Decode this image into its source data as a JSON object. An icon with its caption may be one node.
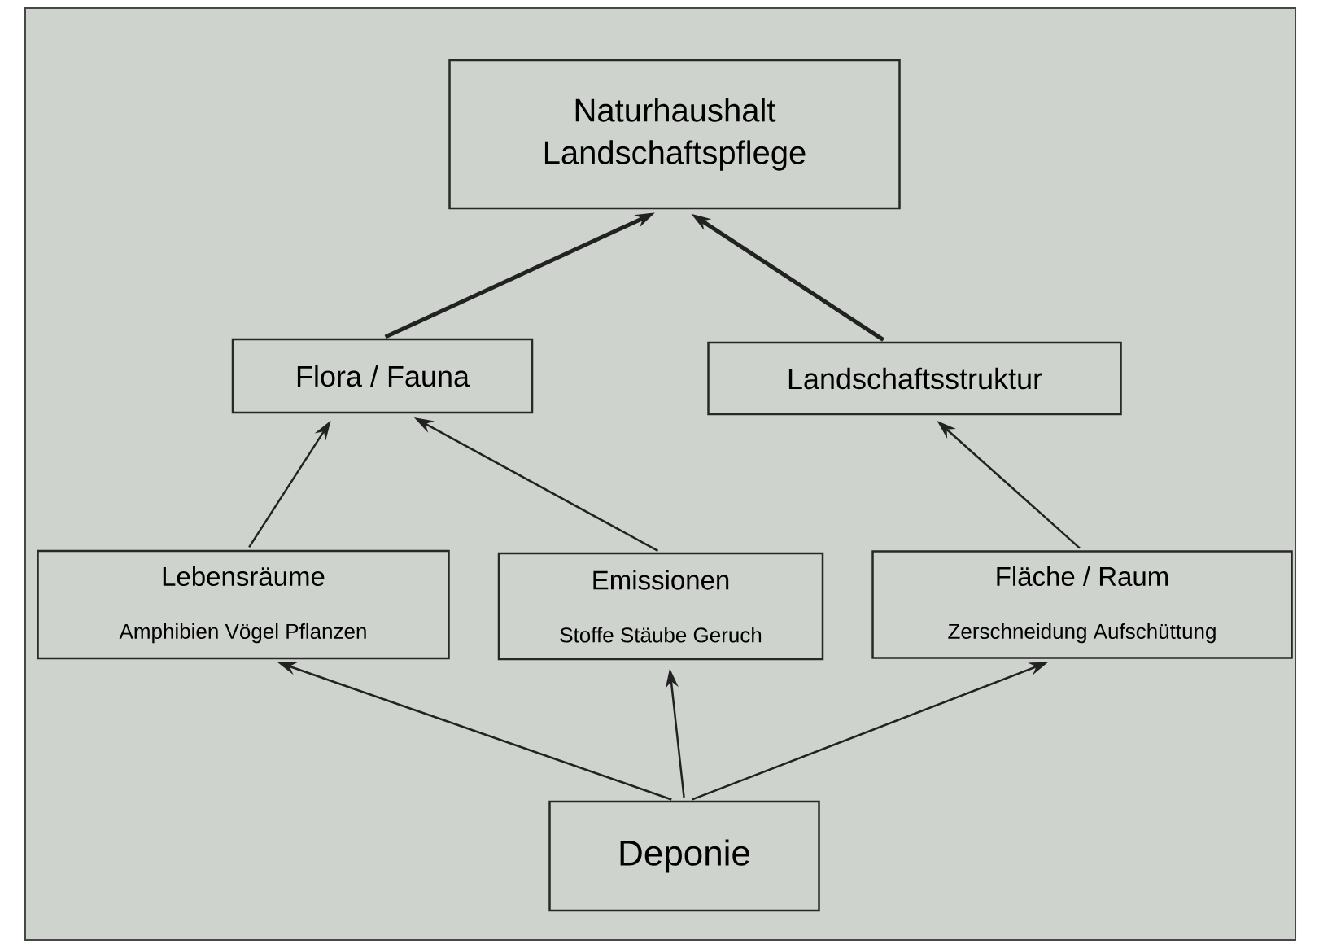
{
  "diagram": {
    "nodes": [
      {
        "text": [
          "Naturhaushalt Landschaftspflege"
        ]
      },
      {
        "text": [
          "Flora / Fauna"
        ]
      },
      {
        "text": [
          "Landschaftsstruktur"
        ]
      },
      {
        "text": [
          "Lebensräume",
          "Amphibien Vögel Pflanzen"
        ]
      },
      {
        "text": [
          "Emissionen",
          "Stoffe Stäube Geruch"
        ]
      },
      {
        "text": [
          "Fläche / Raum",
          "Zerschneidung Aufschüttung"
        ]
      },
      {
        "text": [
          "Deponie"
        ]
      }
    ],
    "edges": [
      {
        "from": 1,
        "to": 0,
        "arrow": "to",
        "style": "thick"
      },
      {
        "from": 2,
        "to": 0,
        "arrow": "to",
        "style": "thick"
      },
      {
        "from": 3,
        "to": 1,
        "arrow": "to"
      },
      {
        "from": 4,
        "to": 1,
        "arrow": "to"
      },
      {
        "from": 5,
        "to": 2,
        "arrow": "to"
      },
      {
        "from": 6,
        "to": 3,
        "arrow": "to"
      },
      {
        "from": 6,
        "to": 4,
        "arrow": "to"
      },
      {
        "from": 6,
        "to": 5,
        "arrow": "to"
      }
    ]
  }
}
